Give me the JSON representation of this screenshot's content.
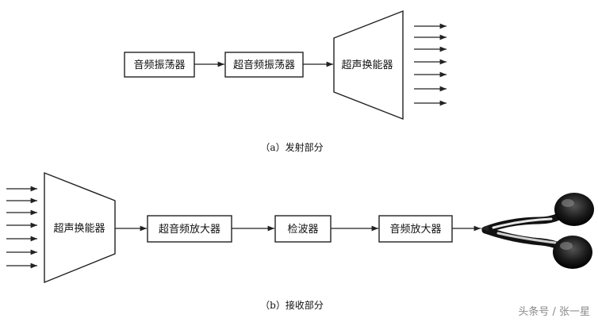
{
  "transmit": {
    "audio_oscillator": "音频振荡器",
    "ultrasonic_oscillator": "超音频振荡器",
    "transducer": "超声换能器",
    "caption": "（a）发射部分"
  },
  "receive": {
    "transducer": "超声换能器",
    "ultrasonic_amplifier": "超音频放大器",
    "detector": "检波器",
    "audio_amplifier": "音频放大器",
    "caption": "（b）接收部分"
  },
  "watermark": "头条号 / 张一星"
}
